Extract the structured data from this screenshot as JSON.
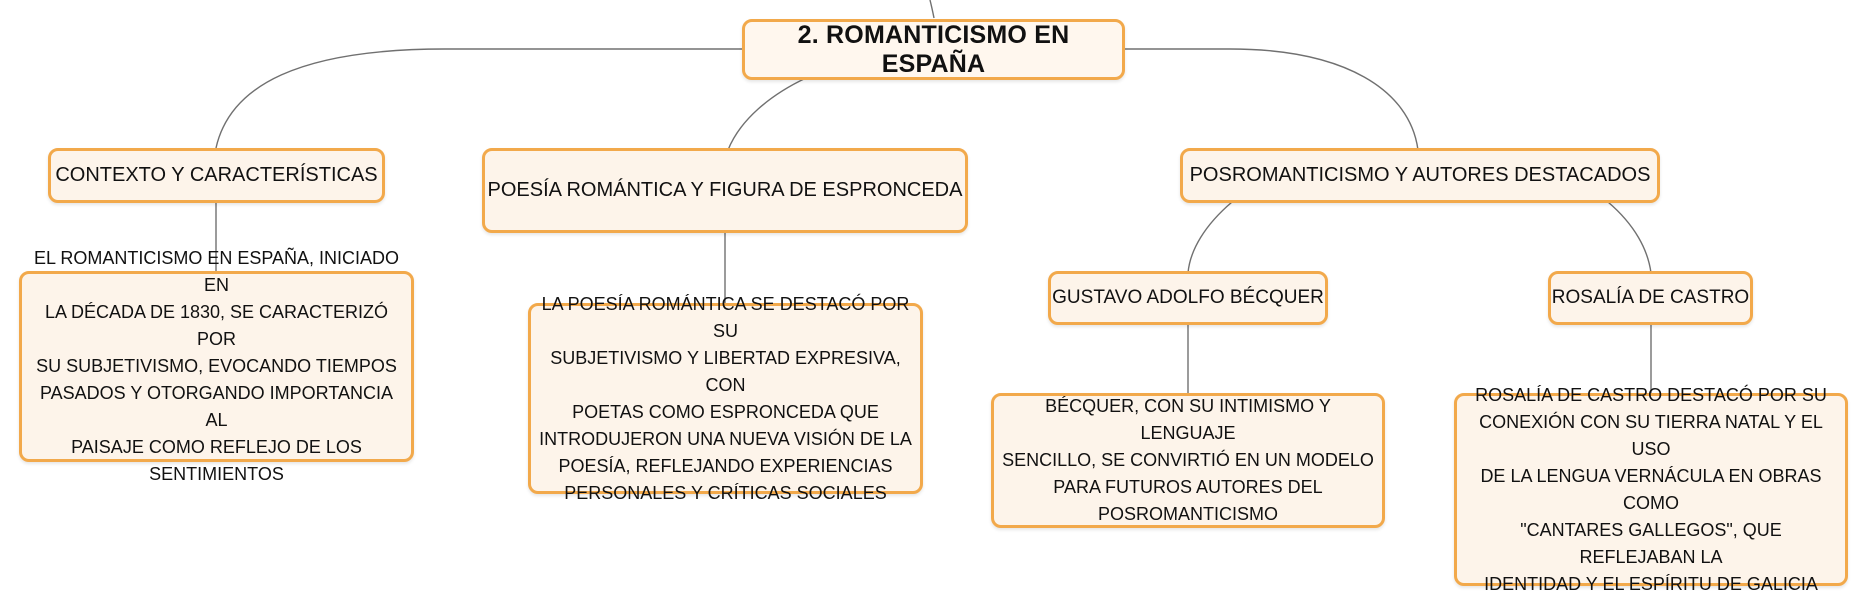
{
  "colors": {
    "node_border": "#f2a94b",
    "node_fill": "#fdf4ea",
    "connector": "#707070",
    "text": "#111111"
  },
  "mindmap": {
    "root": {
      "label": "2. ROMANTICISMO EN ESPAÑA"
    },
    "branches": [
      {
        "label": "CONTEXTO Y CARACTERÍSTICAS",
        "detail": "EL ROMANTICISMO EN ESPAÑA, INICIADO EN\nLA DÉCADA DE 1830, SE CARACTERIZÓ POR\nSU SUBJETIVISMO, EVOCANDO TIEMPOS\nPASADOS Y OTORGANDO IMPORTANCIA AL\nPAISAJE COMO REFLEJO DE LOS\nSENTIMIENTOS"
      },
      {
        "label": "POESÍA ROMÁNTICA Y FIGURA DE ESPRONCEDA",
        "detail": "LA POESÍA ROMÁNTICA SE DESTACÓ POR SU\nSUBJETIVISMO Y LIBERTAD EXPRESIVA, CON\nPOETAS COMO ESPRONCEDA QUE\nINTRODUJERON UNA NUEVA VISIÓN DE LA\nPOESÍA, REFLEJANDO EXPERIENCIAS\nPERSONALES Y CRÍTICAS SOCIALES"
      },
      {
        "label": "POSROMANTICISMO Y AUTORES DESTACADOS",
        "children": [
          {
            "label": "GUSTAVO ADOLFO BÉCQUER",
            "detail": "BÉCQUER, CON SU INTIMISMO Y LENGUAJE\nSENCILLO, SE CONVIRTIÓ EN UN MODELO\nPARA FUTUROS AUTORES DEL\nPOSROMANTICISMO"
          },
          {
            "label": "ROSALÍA DE CASTRO",
            "detail": "ROSALÍA DE CASTRO DESTACÓ POR SU\nCONEXIÓN CON SU TIERRA NATAL Y EL USO\nDE LA LENGUA VERNÁCULA EN OBRAS COMO\n\"CANTARES GALLEGOS\", QUE REFLEJABAN LA\nIDENTIDAD Y EL ESPÍRITU DE GALICIA"
          }
        ]
      }
    ]
  }
}
